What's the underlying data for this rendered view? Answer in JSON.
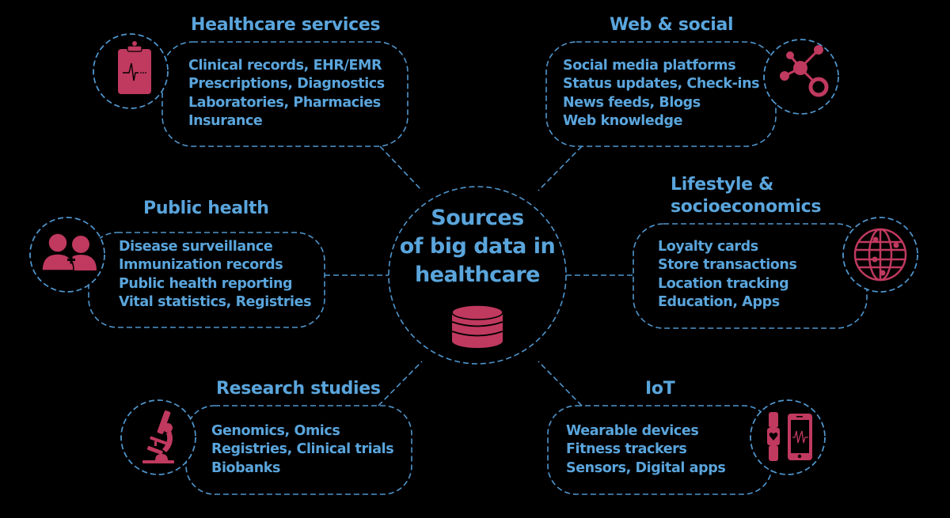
{
  "diagram": {
    "center": {
      "title_lines": [
        "Sources",
        "of big data in",
        "healthcare"
      ],
      "icon": "database-icon"
    },
    "nodes": [
      {
        "id": "healthcare-services",
        "title": "Healthcare services",
        "icon": "clipboard-heartbeat-icon",
        "items": [
          "Clinical records, EHR/EMR",
          "Prescriptions, Diagnostics",
          "Laboratories, Pharmacies",
          "Insurance"
        ]
      },
      {
        "id": "web-social",
        "title": "Web & social",
        "icon": "network-nodes-icon",
        "items": [
          "Social media platforms",
          "Status updates, Check-ins",
          "News feeds, Blogs",
          "Web knowledge"
        ]
      },
      {
        "id": "public-health",
        "title": "Public health",
        "icon": "people-medical-icon",
        "items": [
          "Disease surveillance",
          "Immunization records",
          "Public health reporting",
          "Vital statistics, Registries"
        ]
      },
      {
        "id": "lifestyle-socioeconomics",
        "title_lines": [
          "Lifestyle &",
          "socioeconomics"
        ],
        "icon": "globe-network-icon",
        "items": [
          "Loyalty cards",
          "Store transactions",
          "Location tracking",
          "Education, Apps"
        ]
      },
      {
        "id": "research-studies",
        "title": "Research studies",
        "icon": "microscope-icon",
        "items": [
          "Genomics, Omics",
          "Registries, Clinical trials",
          "Biobanks"
        ]
      },
      {
        "id": "iot",
        "title": "IoT",
        "icon": "wearable-phone-icon",
        "items": [
          "Wearable devices",
          "Fitness trackers",
          "Sensors, Digital apps"
        ]
      }
    ]
  },
  "colors": {
    "background": "#000000",
    "text": "#5aa5dc",
    "dashed_line": "#4f95cc",
    "icon": "#c0395f"
  }
}
